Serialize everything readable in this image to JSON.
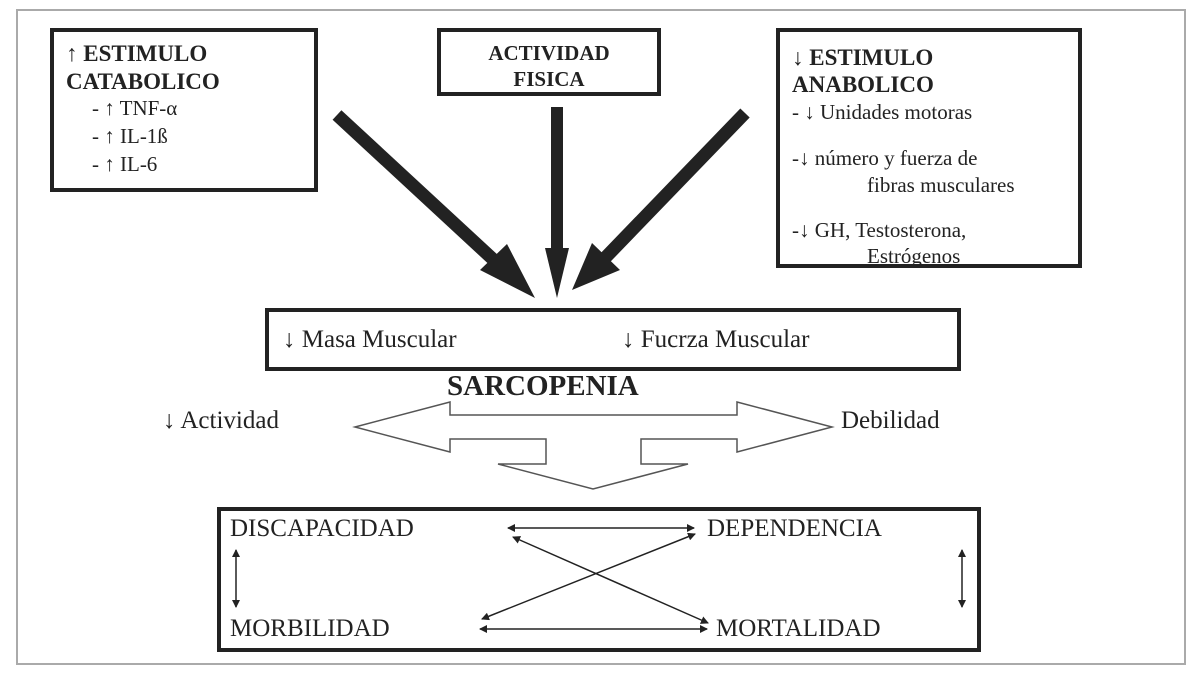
{
  "catabolic": {
    "title_1": "↑ ESTIMULO",
    "title_2": "CATABOLICO",
    "items": [
      "- ↑ TNF-α",
      "- ↑ IL-1ß",
      "- ↑ IL-6"
    ]
  },
  "activity": {
    "line_1": "ACTIVIDAD",
    "line_2": "FISICA"
  },
  "anabolic": {
    "title_1": "↓ ESTIMULO",
    "title_2": "ANABOLICO",
    "item_1": "- ↓ Unidades motoras",
    "item_2a": "-↓ número y fuerza de",
    "item_2b": "fibras musculares",
    "item_3a": "-↓ GH, Testosterona,",
    "item_3b": "Estrógenos"
  },
  "muscle": {
    "mass": "↓  Masa Muscular",
    "strength": "↓ Fucrza Muscular"
  },
  "sarcopenia": "SARCOPENIA",
  "side": {
    "left": "↓ Actividad",
    "right": "Debilidad"
  },
  "outcomes": {
    "top_left": "DISCAPACIDAD",
    "top_right": "DEPENDENCIA",
    "bottom_left": "MORBILIDAD",
    "bottom_right": "MORTALIDAD"
  }
}
